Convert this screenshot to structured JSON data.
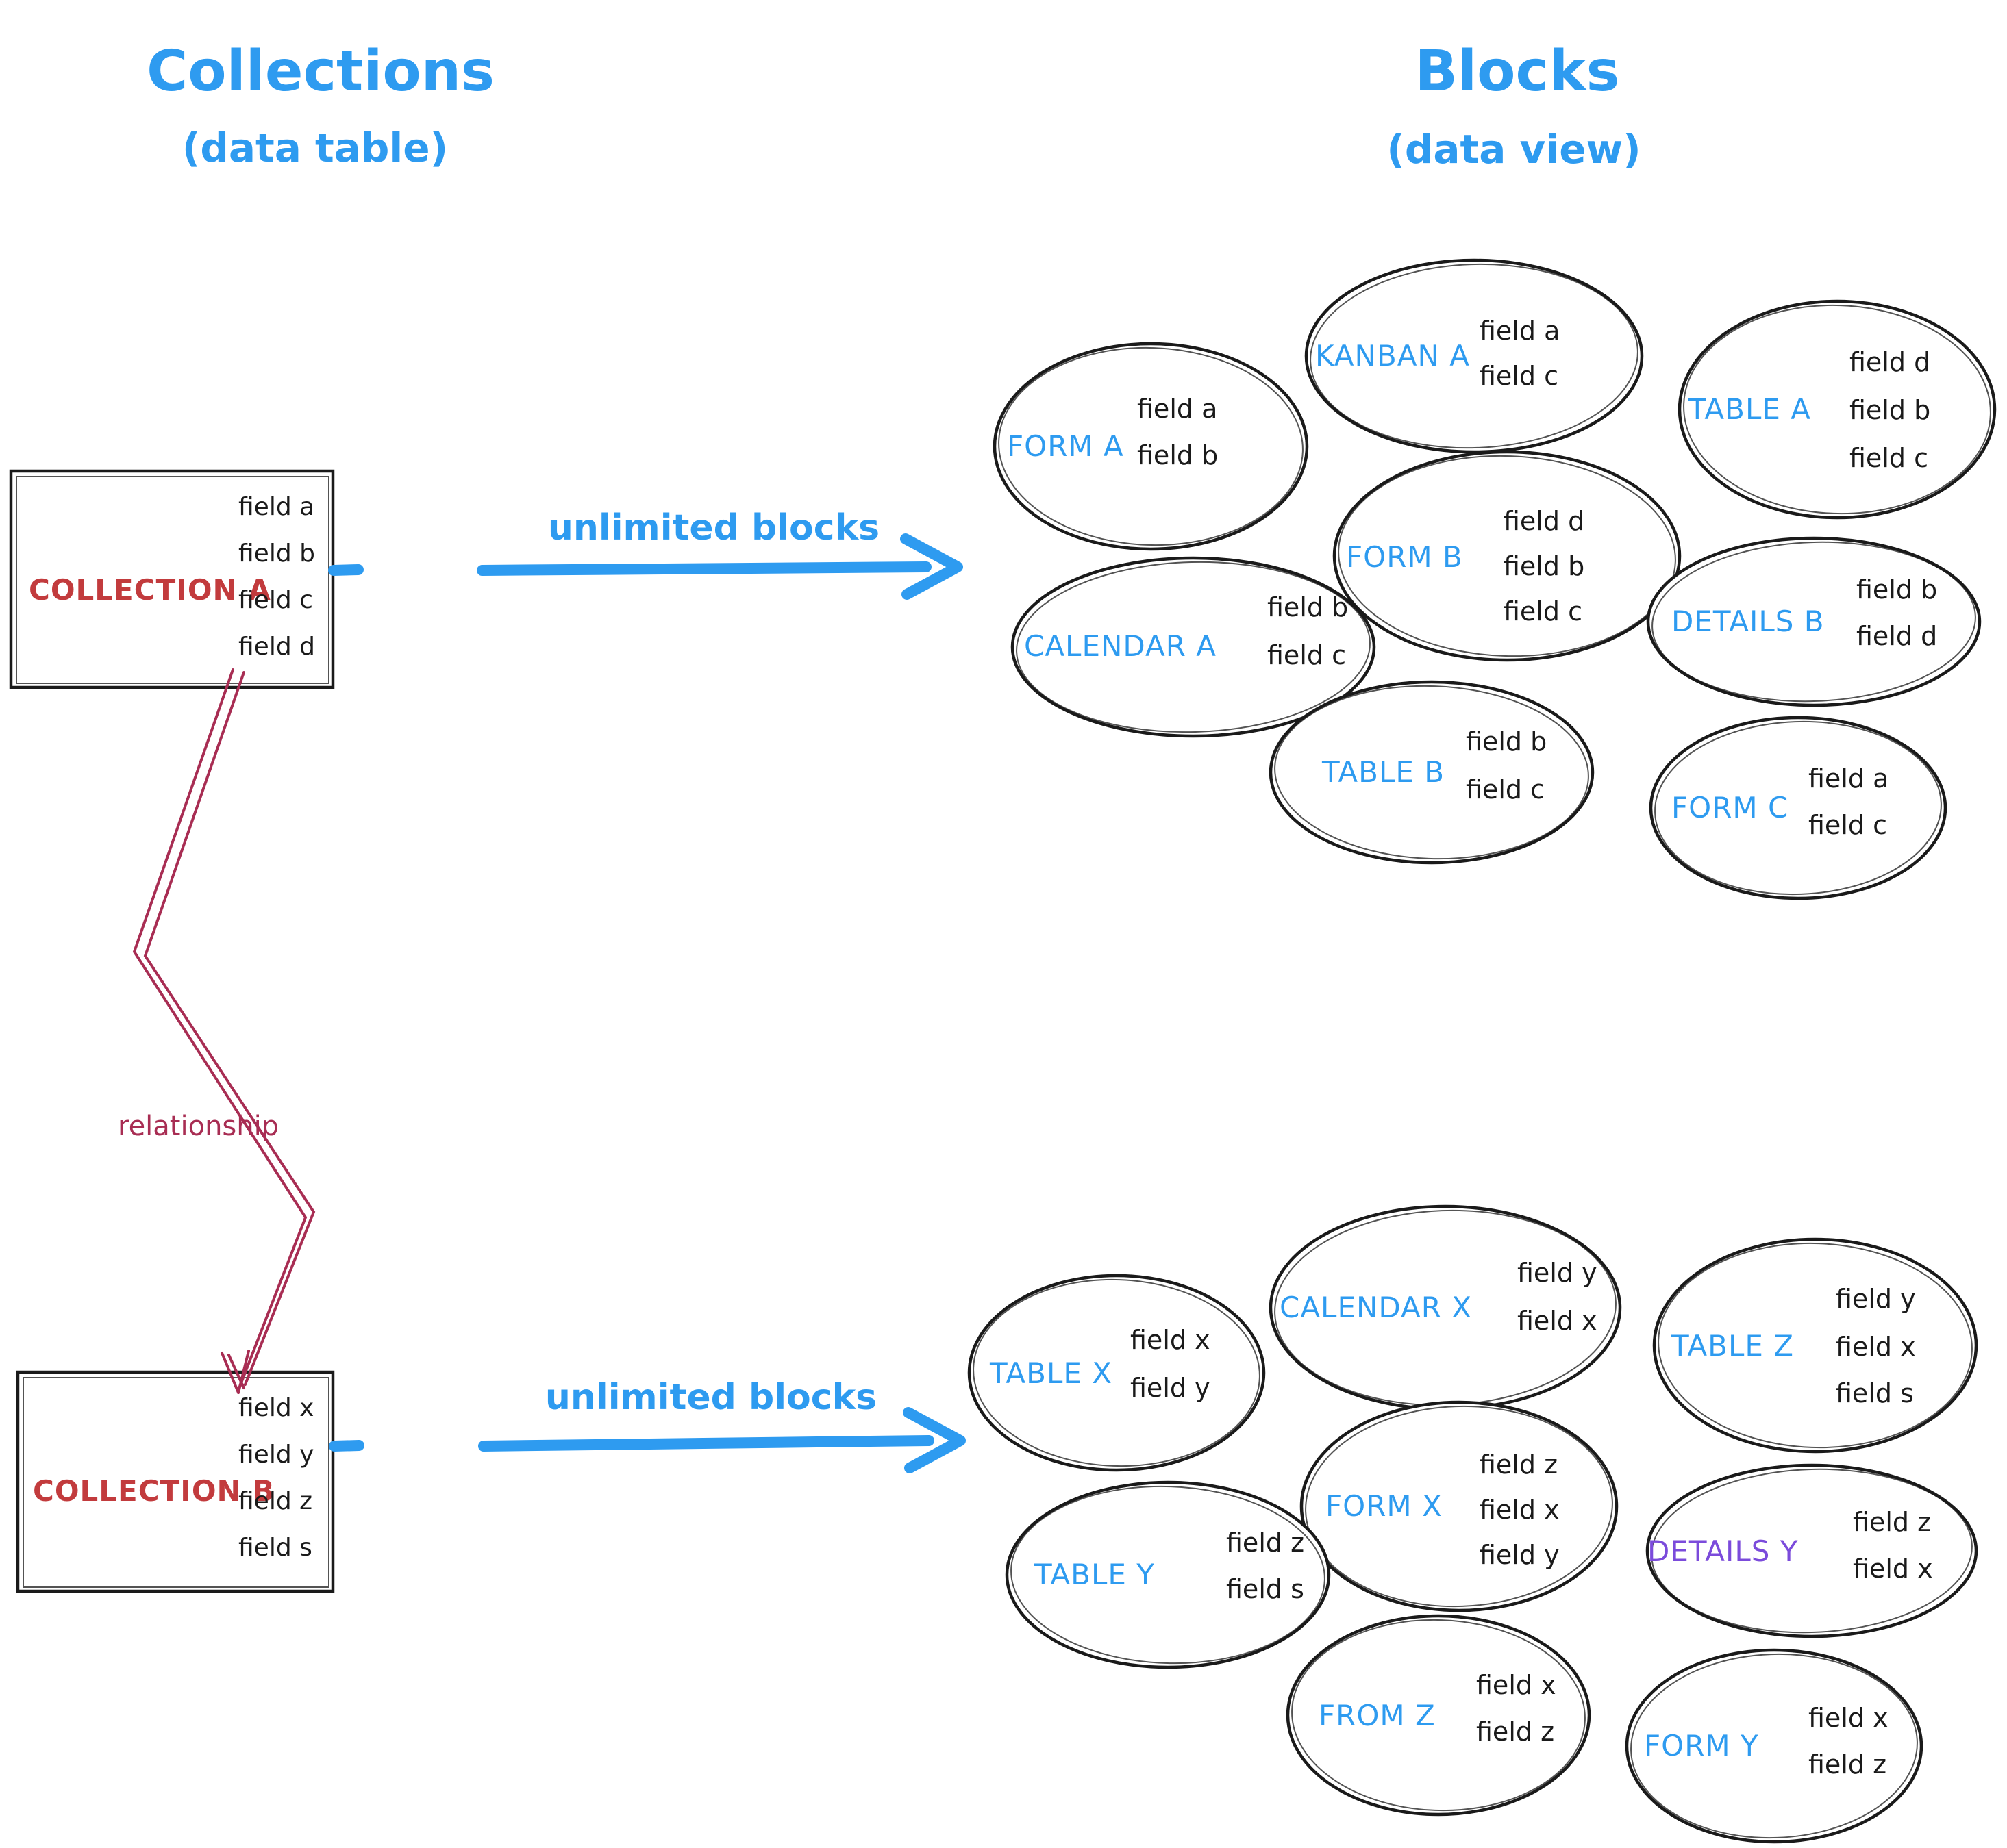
{
  "titles": {
    "left": {
      "title": "Collections",
      "subtitle": "(data table)"
    },
    "right": {
      "title": "Blocks",
      "subtitle": "(data view)"
    }
  },
  "arrows": {
    "top_label": "unlimited blocks",
    "bottom_label": "unlimited blocks",
    "relationship_label": "relationship"
  },
  "collections": [
    {
      "name": "COLLECTION A",
      "fields": [
        "field a",
        "field b",
        "field c",
        "field d"
      ]
    },
    {
      "name": "COLLECTION B",
      "fields": [
        "field x",
        "field y",
        "field z",
        "field s"
      ]
    }
  ],
  "blocks_a": [
    {
      "name": "FORM A",
      "fields": [
        "field a",
        "field b"
      ]
    },
    {
      "name": "KANBAN A",
      "fields": [
        "field a",
        "field c"
      ]
    },
    {
      "name": "TABLE A",
      "fields": [
        "field d",
        "field b",
        "field c"
      ]
    },
    {
      "name": "CALENDAR A",
      "fields": [
        "field b",
        "field c"
      ]
    },
    {
      "name": "FORM B",
      "fields": [
        "field d",
        "field b",
        "field c"
      ]
    },
    {
      "name": "DETAILS B",
      "fields": [
        "field b",
        "field d"
      ]
    },
    {
      "name": "TABLE B",
      "fields": [
        "field b",
        "field c"
      ]
    },
    {
      "name": "FORM C",
      "fields": [
        "field a",
        "field c"
      ]
    }
  ],
  "blocks_b": [
    {
      "name": "TABLE X",
      "fields": [
        "field x",
        "field y"
      ]
    },
    {
      "name": "CALENDAR X",
      "fields": [
        "field y",
        "field x"
      ]
    },
    {
      "name": "TABLE Z",
      "fields": [
        "field y",
        "field x",
        "field s"
      ]
    },
    {
      "name": "FORM X",
      "fields": [
        "field z",
        "field x",
        "field y"
      ]
    },
    {
      "name": "TABLE Y",
      "fields": [
        "field z",
        "field s"
      ]
    },
    {
      "name": "DETAILS Y",
      "fields": [
        "field z",
        "field x"
      ]
    },
    {
      "name": "FROM Z",
      "fields": [
        "field x",
        "field z"
      ]
    },
    {
      "name": "FORM Y",
      "fields": [
        "field x",
        "field z"
      ]
    }
  ],
  "colors": {
    "blue": "#2E9BF0",
    "red": "#C23B3D",
    "crimson": "#A82D53",
    "purple": "#7B4BDB",
    "ink": "#1A1A1A"
  }
}
